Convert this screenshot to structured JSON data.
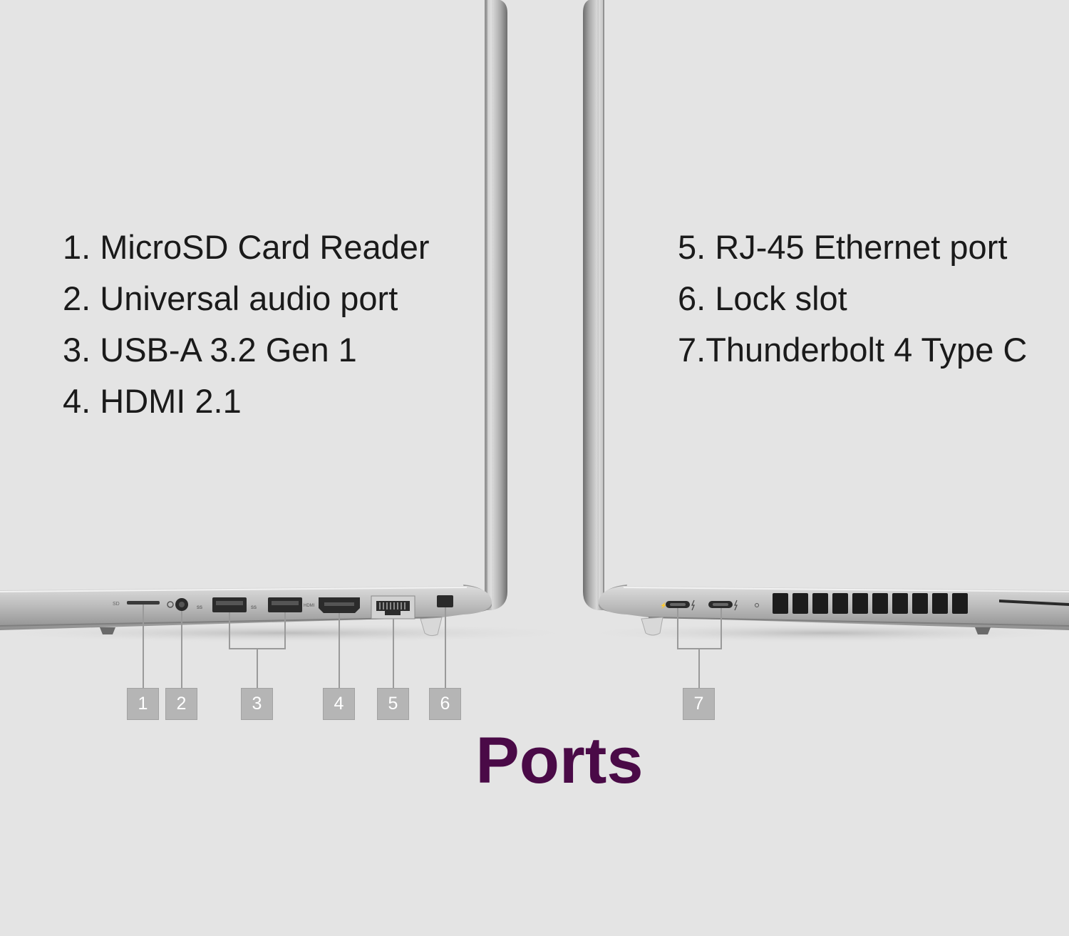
{
  "title": "Ports",
  "accent_color": "#4a0a47",
  "features_left": [
    "1. MicroSD Card Reader",
    "2. Universal audio port",
    "3. USB-A 3.2 Gen 1",
    "4. HDMI 2.1"
  ],
  "features_right": [
    "5. RJ-45 Ethernet port",
    "6. Lock slot",
    "7.Thunderbolt 4 Type C"
  ],
  "callouts": [
    "1",
    "2",
    "3",
    "4",
    "5",
    "6",
    "7"
  ],
  "port_labels": {
    "sd": "SD",
    "hdmi": "HDMI"
  },
  "icons": {
    "sd_card_slot": "sd-card-slot-icon",
    "audio_jack": "audio-jack-icon",
    "usb_a_port": "usb-a-port-icon",
    "hdmi_port": "hdmi-port-icon",
    "ethernet_port": "ethernet-port-icon",
    "lock_slot": "lock-slot-icon",
    "thunderbolt_port": "thunderbolt-port-icon",
    "vent": "vent-grille-icon"
  }
}
